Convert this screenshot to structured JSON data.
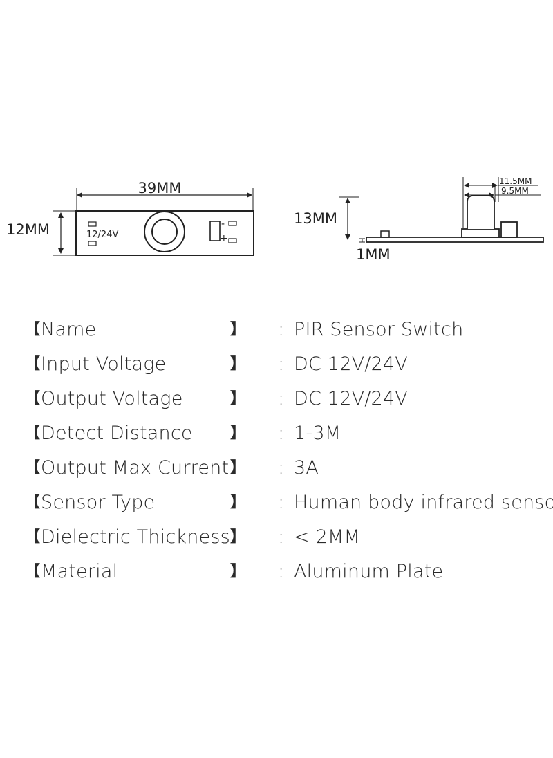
{
  "front_view": {
    "width_label": "39MM",
    "height_label": "12MM",
    "voltage_marking": "12/24V",
    "minus_marking": "-",
    "plus_marking": "+"
  },
  "side_view": {
    "height_label": "13MM",
    "thickness_label": "1MM",
    "lens_outer_label": "11.5MM",
    "lens_inner_label": "9.5MM"
  },
  "specs": [
    {
      "open": "【",
      "label": "Name",
      "close": "】",
      "colon": ":",
      "value": "PIR Sensor Switch"
    },
    {
      "open": "【",
      "label": "Input Voltage",
      "close": "】",
      "colon": ":",
      "value": "DC 12V/24V"
    },
    {
      "open": "【",
      "label": "Output Voltage",
      "close": "】",
      "colon": ":",
      "value": "DC 12V/24V"
    },
    {
      "open": "【",
      "label": "Detect Distance",
      "close": "】",
      "colon": ":",
      "value": "1-3M"
    },
    {
      "open": "【",
      "label": "Output Max Current",
      "close": "】",
      "colon": ":",
      "value": "3A"
    },
    {
      "open": "【",
      "label": "Sensor Type",
      "close": "】",
      "colon": ":",
      "value": "Human body infrared sensor"
    },
    {
      "open": "【",
      "label": "Dielectric Thickness",
      "close": "】",
      "colon": ":",
      "value": "< 2MM"
    },
    {
      "open": "【",
      "label": "Material",
      "close": "】",
      "colon": ":",
      "value": "Aluminum Plate"
    }
  ]
}
